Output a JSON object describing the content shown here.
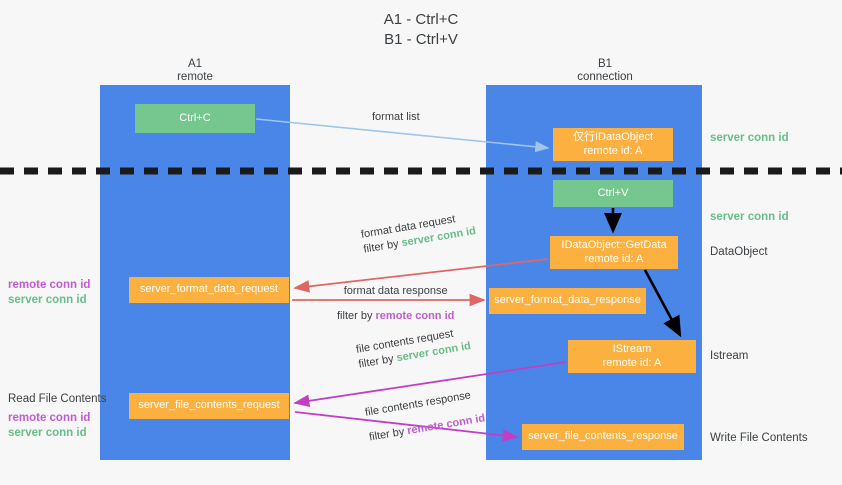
{
  "title": {
    "line1": "A1 - Ctrl+C",
    "line2": "B1 - Ctrl+V"
  },
  "lanes": [
    {
      "id": "A1",
      "name": "A1",
      "role": "remote",
      "color": "#4a86e8"
    },
    {
      "id": "B1",
      "name": "B1",
      "role": "connection",
      "color": "#4a86e8"
    }
  ],
  "nodes": {
    "ctrl_c": {
      "label": "Ctrl+C",
      "color": "#76c68f"
    },
    "idataobject": {
      "line1": "仅行IDataObject",
      "line2": "remote id: A",
      "color": "#fbb040"
    },
    "ctrl_v": {
      "label": "Ctrl+V",
      "color": "#76c68f"
    },
    "getdata": {
      "line1": "IDataObject::GetData",
      "line2": "remote id: A",
      "color": "#fbb040"
    },
    "format_data_request": {
      "label": "server_format_data_request",
      "color": "#fbb040"
    },
    "format_data_response": {
      "label": "server_format_data_response",
      "color": "#fbb040"
    },
    "istream": {
      "line1": "IStream",
      "line2": "remote id: A",
      "color": "#fbb040"
    },
    "file_contents_request": {
      "label": "server_file_contents_request",
      "color": "#fbb040"
    },
    "file_contents_response": {
      "label": "server_file_contents_response",
      "color": "#fbb040"
    }
  },
  "edges": {
    "format_list": {
      "label": "format list",
      "color": "#9fc5e8"
    },
    "format_data_request": {
      "line1": "format data request",
      "filter_prefix": "filter by ",
      "filter_value": "server conn id",
      "color": "#e06666"
    },
    "format_data_response": {
      "line1": "format data response",
      "filter_prefix": "filter by ",
      "filter_value": "remote conn id",
      "color": "#e06666"
    },
    "file_contents_request": {
      "line1": "file contents request",
      "filter_prefix": "filter by ",
      "filter_value": "server conn id",
      "color": "#c23ec2"
    },
    "file_contents_response": {
      "line1": "file contents response",
      "filter_prefix": "filter by ",
      "filter_value": "remote conn id",
      "color": "#c23ec2"
    }
  },
  "side_labels": {
    "server_conn_id_top": "server conn id",
    "server_conn_id_mid": "server conn id",
    "dataobject": "DataObject",
    "istream": "Istream",
    "write_file_contents": "Write File Contents",
    "read_file_contents": "Read File Contents",
    "remote_conn_id_1": "remote conn id",
    "server_conn_id_1": "server conn id",
    "remote_conn_id_2": "remote conn id",
    "server_conn_id_2": "server conn id"
  },
  "colors": {
    "lane": "#4a86e8",
    "green_box": "#76c68f",
    "orange_box": "#fbb040",
    "green_text": "#69bd8a",
    "purple_text": "#c05cd1",
    "red_arrow": "#e06666",
    "magenta_arrow": "#c23ec2",
    "blue_arrow": "#9fc5e8",
    "black_arrow": "#000000",
    "background": "#f7f7f7"
  }
}
